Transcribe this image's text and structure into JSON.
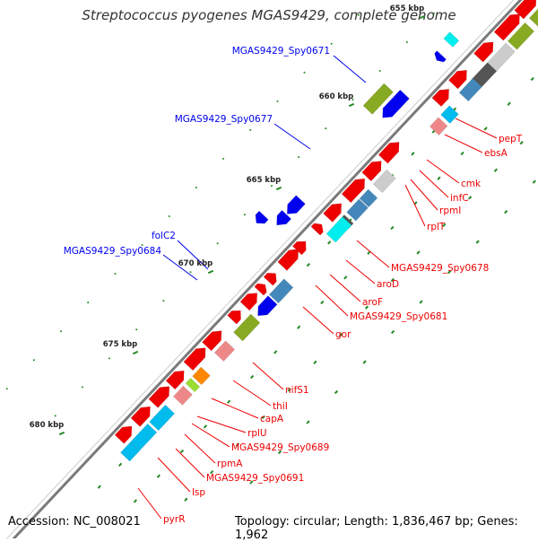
{
  "title": "Streptococcus pyogenes MGAS9429, complete genome",
  "footer": {
    "accession": "Accession: NC_008021",
    "topology": "Topology: circular; Length: 1,836,467 bp; Genes: 1,962"
  },
  "scale_labels": [
    "655 kbp",
    "660 kbp",
    "665 kbp",
    "670 kbp",
    "675 kbp",
    "680 kbp"
  ],
  "labels_blue": [
    "MGAS9429_Spy0671",
    "MGAS9429_Spy0677",
    "folC2",
    "MGAS9429_Spy0684"
  ],
  "labels_red": [
    "pepT",
    "ebsA",
    "cmk",
    "infC",
    "rpmI",
    "rplT",
    "MGAS9429_Spy0678",
    "aroD",
    "aroF",
    "MGAS9429_Spy0681",
    "gor",
    "nifS1",
    "thiI",
    "capA",
    "rplU",
    "MGAS9429_Spy0689",
    "rpmA",
    "MGAS9429_Spy0691",
    "lsp",
    "pyrR"
  ],
  "colors": {
    "forward": "#0000ee",
    "reverse": "#ee0000",
    "backbone": "#7a7a7a",
    "gc_dot": "#228822"
  }
}
